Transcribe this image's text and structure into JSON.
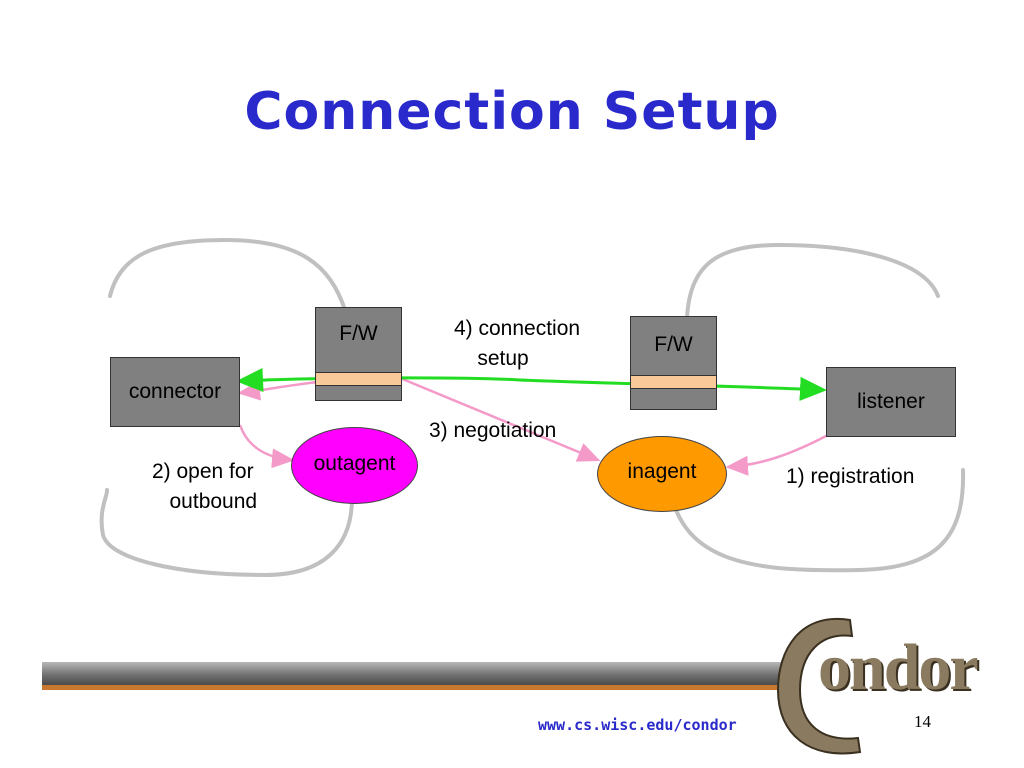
{
  "slide": {
    "title": "Connection Setup",
    "footer_url": "www.cs.wisc.edu/condor",
    "page_number": "14",
    "logo_text": "ondor"
  },
  "diagram": {
    "nodes": {
      "connector": "connector",
      "listener": "listener",
      "fw_left": "F/W",
      "fw_right": "F/W",
      "outagent": "outagent",
      "inagent": "inagent"
    },
    "steps": {
      "registration": "1) registration",
      "open_for_outbound": "2) open for\n   outbound",
      "negotiation": "3) negotiation",
      "connection_setup": "4) connection\n    setup"
    },
    "colors": {
      "outagent_fill": "#ff00ff",
      "inagent_fill": "#ff9900",
      "pink_arrow": "#f49ac9",
      "green_arrow": "#22dd22",
      "boundary": "#c0c0c0",
      "fw_band": "#f9c99a",
      "title_color": "#2a2acc"
    }
  }
}
